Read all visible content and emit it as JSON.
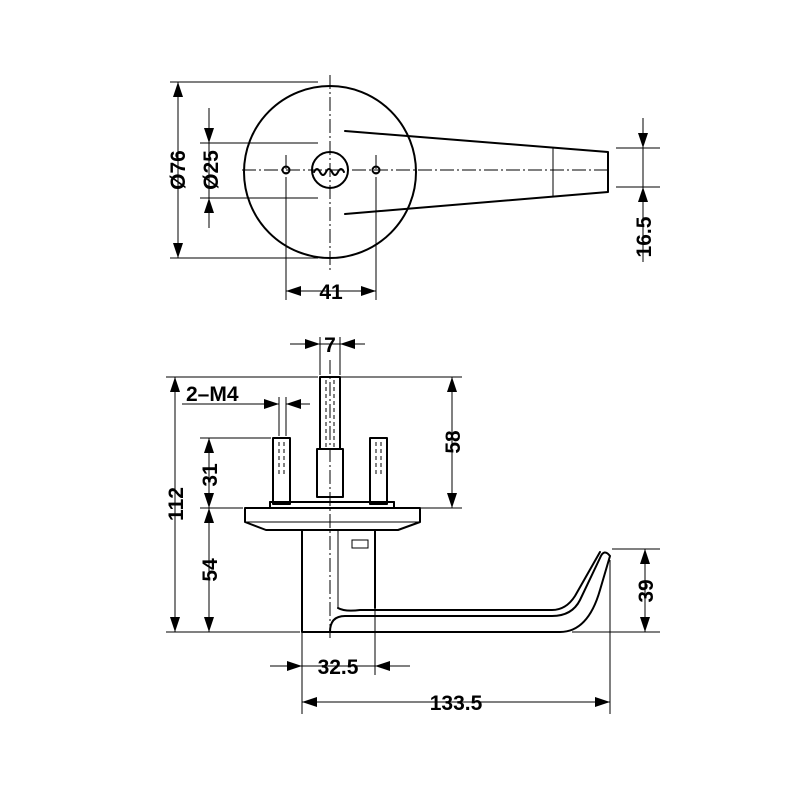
{
  "drawing": {
    "front_view": {
      "rose_diameter": "Ø76",
      "cylinder_diameter": "Ø25",
      "screw_spacing": "41",
      "lever_end_height": "16.5"
    },
    "side_view": {
      "spindle_width": "7",
      "fixing_screws": "2–M4",
      "spindle_length": "58",
      "screw_length": "31",
      "overall_height": "112",
      "rose_to_base": "54",
      "neck_width": "32.5",
      "overall_length": "133.5",
      "lever_drop": "39"
    }
  },
  "colors": {
    "line": "#000000",
    "background": "#ffffff"
  }
}
